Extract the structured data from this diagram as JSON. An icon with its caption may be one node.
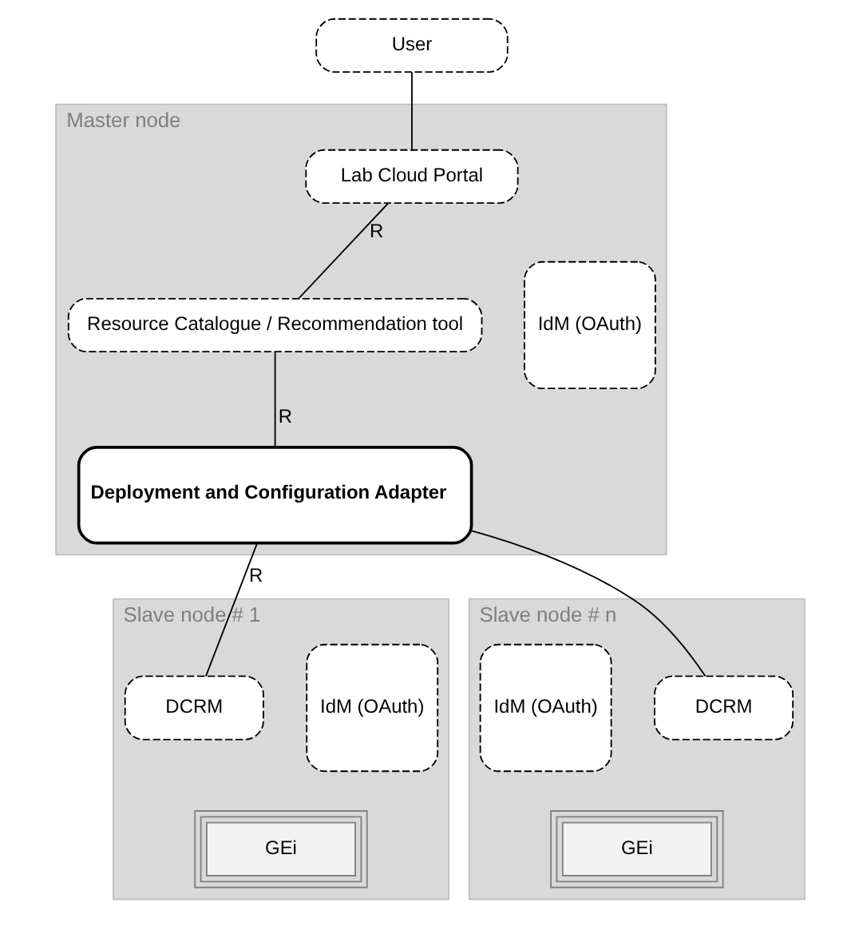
{
  "diagram": {
    "nodes": [
      {
        "text": [
          "User"
        ]
      },
      {
        "text": [
          "Master node"
        ]
      },
      {
        "text": [
          "Lab Cloud Portal"
        ],
        "in": 1
      },
      {
        "text": [
          "Resource Catalogue / Recommendation tool"
        ],
        "in": 1
      },
      {
        "text": [
          "Deployment and Configuration Adapter"
        ],
        "in": 1
      },
      {
        "text": [
          "IdM (OAuth)"
        ],
        "in": 1
      },
      {
        "text": [
          "Slave node # 1"
        ]
      },
      {
        "text": [
          "IdM (OAuth)"
        ],
        "in": 6
      },
      {
        "text": [
          "DCRM"
        ],
        "in": 6
      },
      {
        "text": [
          "GEi"
        ],
        "in": 6
      },
      {
        "text": [
          "Slave node # n"
        ]
      },
      {
        "text": [
          "DCRM"
        ],
        "in": 10
      },
      {
        "text": [
          "GEi"
        ],
        "in": 10
      },
      {
        "text": [
          "IdM (OAuth)"
        ],
        "in": 10
      }
    ],
    "edges": [
      {
        "from": 0,
        "to": 2,
        "arrow": "none"
      },
      {
        "from": 2,
        "to": 3,
        "arrow": "none",
        "label": "R"
      },
      {
        "from": 3,
        "to": 4,
        "arrow": "none",
        "label": "R"
      },
      {
        "from": 4,
        "to": 8,
        "arrow": "none",
        "label": "R"
      },
      {
        "from": 4,
        "to": 11,
        "arrow": "none"
      }
    ]
  }
}
